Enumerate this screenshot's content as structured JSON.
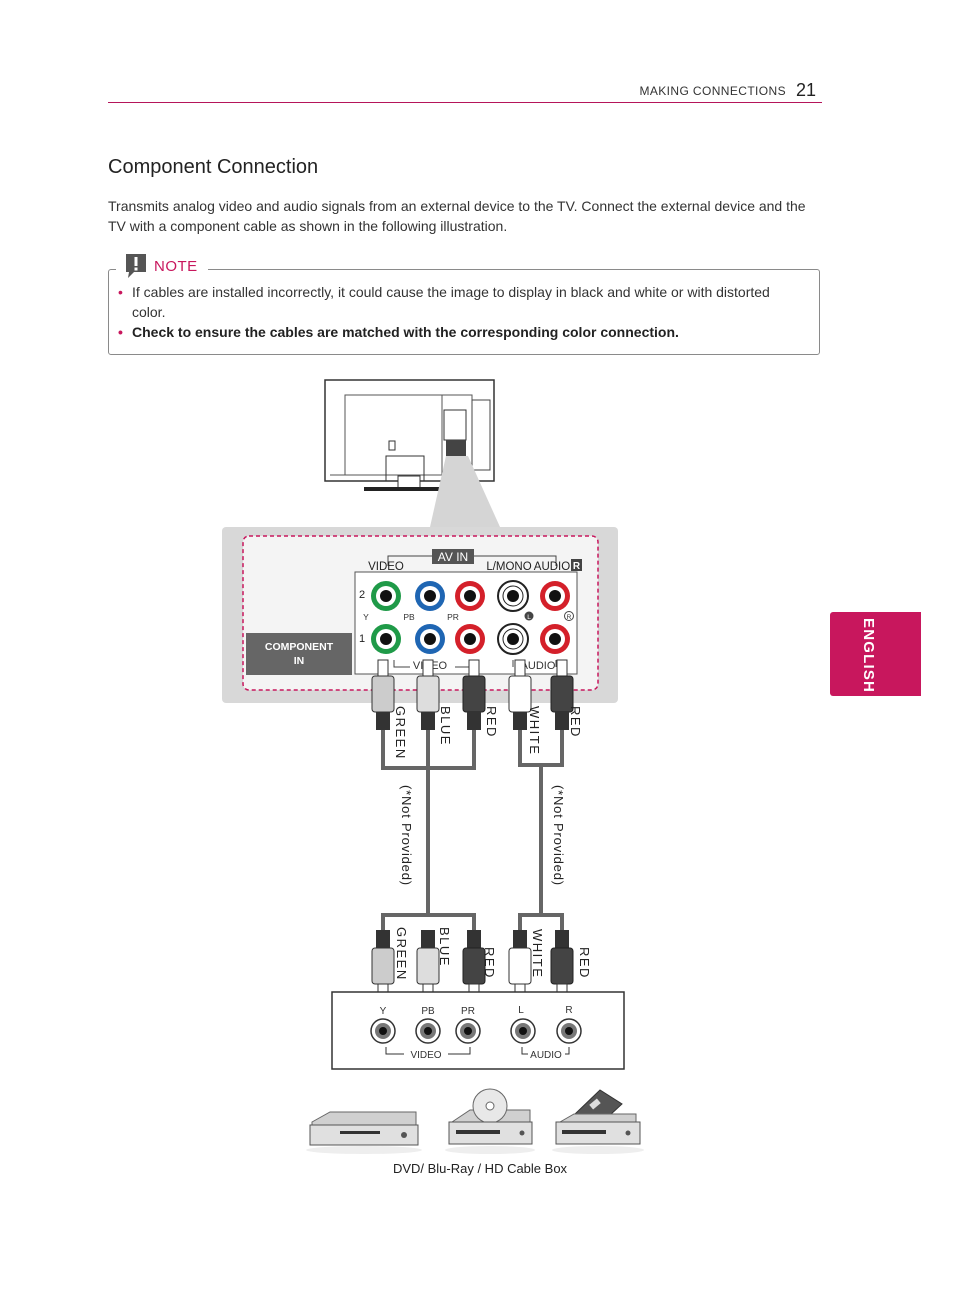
{
  "header": {
    "section": "MAKING CONNECTIONS",
    "page_number": "21"
  },
  "title": "Component Connection",
  "intro": "Transmits analog video and audio signals from an external device to the TV. Connect the external device and the TV with a component cable as shown in the following illustration.",
  "note": {
    "label": "NOTE",
    "items": [
      "If cables are installed incorrectly, it could cause the image to display in black and white or with distorted color.",
      "Check to ensure the cables are matched with the corresponding color connection."
    ]
  },
  "side_tab": "ENGLISH",
  "diagram": {
    "panel": {
      "av_in": "AV IN",
      "video": "VIDEO",
      "lmono": "L/MONO",
      "audio": "AUDIO",
      "r_badge": "R",
      "row2": "2",
      "row1": "1",
      "y": "Y",
      "pb": "PB",
      "pr": "PR",
      "l_mark": "L",
      "r_mark": "R",
      "component": "COMPONENT",
      "in": "IN",
      "bottom_video": "VIDEO",
      "bottom_audio": "AUDIO"
    },
    "cable_labels": [
      "GREEN",
      "BLUE",
      "RED",
      "WHITE",
      "RED"
    ],
    "not_provided": "(*Not Provided)",
    "device": {
      "y": "Y",
      "pb": "PB",
      "pr": "PR",
      "l": "L",
      "r": "R",
      "video": "VIDEO",
      "audio": "AUDIO"
    },
    "colors": {
      "green": "#1f9a48",
      "blue": "#1f66b3",
      "red": "#d4202a",
      "white": "#ffffff"
    }
  },
  "caption": "DVD/ Blu-Ray / HD Cable Box"
}
